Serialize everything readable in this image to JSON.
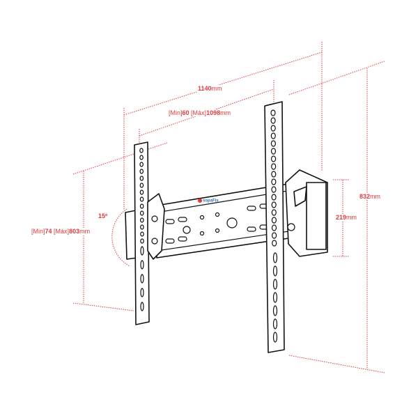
{
  "dimensions": {
    "total_width": {
      "value": "1140",
      "unit": "mm"
    },
    "arm_width": {
      "min_label": "[Min]",
      "min": "60",
      "max_label": "[Máx]",
      "max": "1098",
      "unit": "mm"
    },
    "total_height": {
      "value": "832",
      "unit": "mm"
    },
    "wall_plate_height": {
      "value": "219",
      "unit": "mm"
    },
    "vertical_adjust": {
      "min_label": "[Min]",
      "min": "74",
      "max_label": "[Máx]",
      "max": "803",
      "unit": "mm"
    },
    "tilt_angle": "15º"
  },
  "brand": {
    "name": "sopaFix"
  },
  "colors": {
    "dimension": "#e03a3e",
    "outline": "#111111",
    "brand": "#2a6fb5"
  }
}
